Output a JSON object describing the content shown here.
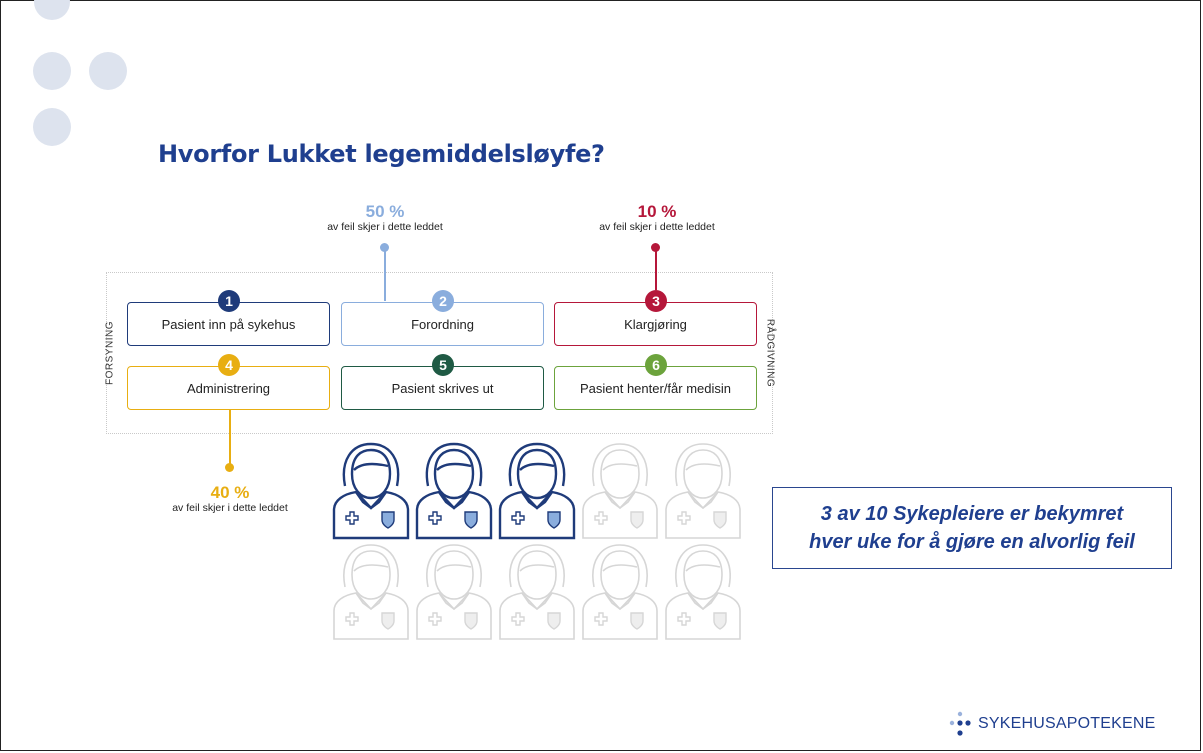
{
  "slide": {
    "title": "Hvorfor Lukket legemiddelsløyfe?"
  },
  "diagram": {
    "side_left": "FORSYNING",
    "side_right": "RÅDGIVNING",
    "steps": [
      {
        "num": "1",
        "label": "Pasient inn på sykehus",
        "color": "#1f3b7a"
      },
      {
        "num": "2",
        "label": "Forordning",
        "color": "#8aaddd"
      },
      {
        "num": "3",
        "label": "Klargjøring",
        "color": "#b5173a"
      },
      {
        "num": "4",
        "label": "Administrering",
        "color": "#e8ae12"
      },
      {
        "num": "5",
        "label": "Pasient skrives ut",
        "color": "#1f5a44"
      },
      {
        "num": "6",
        "label": "Pasient henter/får medisin",
        "color": "#6ca33c"
      }
    ],
    "stats": [
      {
        "value": "50 %",
        "text": "av feil skjer i dette leddet",
        "color": "#8aaddd"
      },
      {
        "value": "10 %",
        "text": "av feil skjer i dette leddet",
        "color": "#b5173a"
      },
      {
        "value": "40 %",
        "text": "av feil skjer i dette leddet",
        "color": "#e8ae12"
      }
    ]
  },
  "nurses": {
    "total": 10,
    "highlighted": 3,
    "highlight_color": "#1f3b7a",
    "faded_color": "#d6d6d6",
    "badge_color": "#8aaddd"
  },
  "callout": {
    "line1": "3 av 10 Sykepleiere er bekymret",
    "line2": "hver uke for å gjøre en alvorlig feil"
  },
  "logo": {
    "text": "SYKEHUSAPOTEKENE",
    "color": "#1f3f8f"
  }
}
